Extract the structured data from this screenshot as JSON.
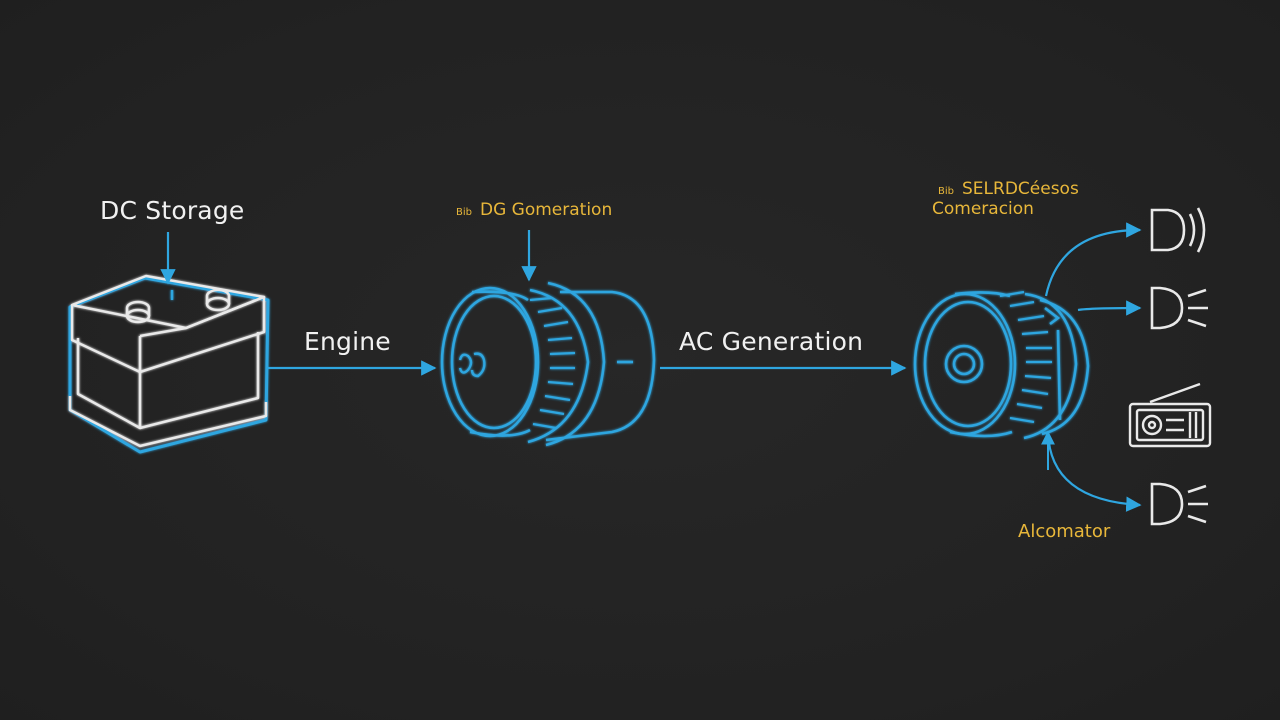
{
  "labels": {
    "dc_storage": "DC Storage",
    "engine": "Engine",
    "dc_generation_prefix": "Bib",
    "dc_generation": "DG Gomeration",
    "ac_generation": "AC Generation",
    "right_prefix": "Bib",
    "right_line1": "SELRDCéesos",
    "right_line2": "Comeracion",
    "alternator": "Alcomator"
  },
  "colors": {
    "background": "#232323",
    "outline_white": "#e9e9e9",
    "outline_blue": "#2fa6e0",
    "label_white": "#f1f1f1",
    "label_yellow": "#e8b73a"
  },
  "icons": {
    "battery": "battery-icon",
    "motor": "motor-icon",
    "alternator": "alternator-icon",
    "speaker": "speaker-icon",
    "headlight": "headlight-icon",
    "radio": "radio-icon",
    "headlight_lower": "headlight-icon"
  }
}
